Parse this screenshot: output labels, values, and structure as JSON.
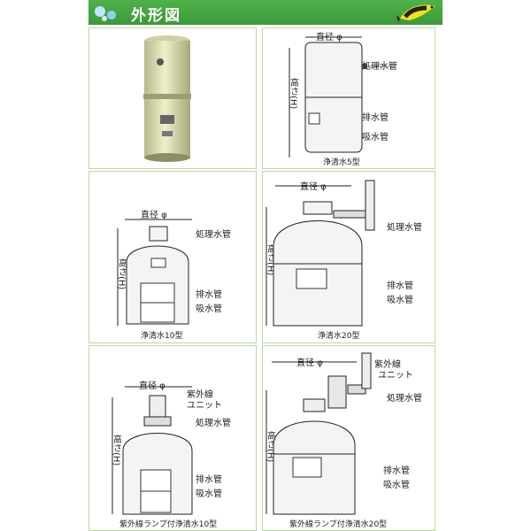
{
  "header": {
    "title": "外形図"
  },
  "panels": {
    "photo": {},
    "p5": {
      "caption": "浄清水5型",
      "diameter": "直径 φ",
      "height": "高さ(H)",
      "treated": "処理水管",
      "drain": "排水管",
      "intake": "吸水管"
    },
    "p10": {
      "caption": "浄清水10型",
      "diameter": "直径 φ",
      "height": "高さ(H)",
      "treated": "処理水管",
      "drain": "排水管",
      "intake": "吸水管"
    },
    "p20": {
      "caption": "浄清水20型",
      "diameter": "直径 φ",
      "height": "高さ(H)",
      "treated": "処理水管",
      "drain": "排水管",
      "intake": "吸水管"
    },
    "uv10": {
      "caption": "紫外線ランプ付浄清水10型",
      "diameter": "直径 φ",
      "height": "高さ(H)",
      "uv1": "紫外線",
      "uv2": "ユニット",
      "treated": "処理水管",
      "drain": "排水管",
      "intake": "吸水管"
    },
    "uv20": {
      "caption": "紫外線ランプ付浄清水20型",
      "diameter": "直径 φ",
      "height": "高さ(H)",
      "uv1": "紫外線",
      "uv2": "ユニット",
      "treated": "処理水管",
      "drain": "排水管",
      "intake": "吸水管"
    }
  }
}
